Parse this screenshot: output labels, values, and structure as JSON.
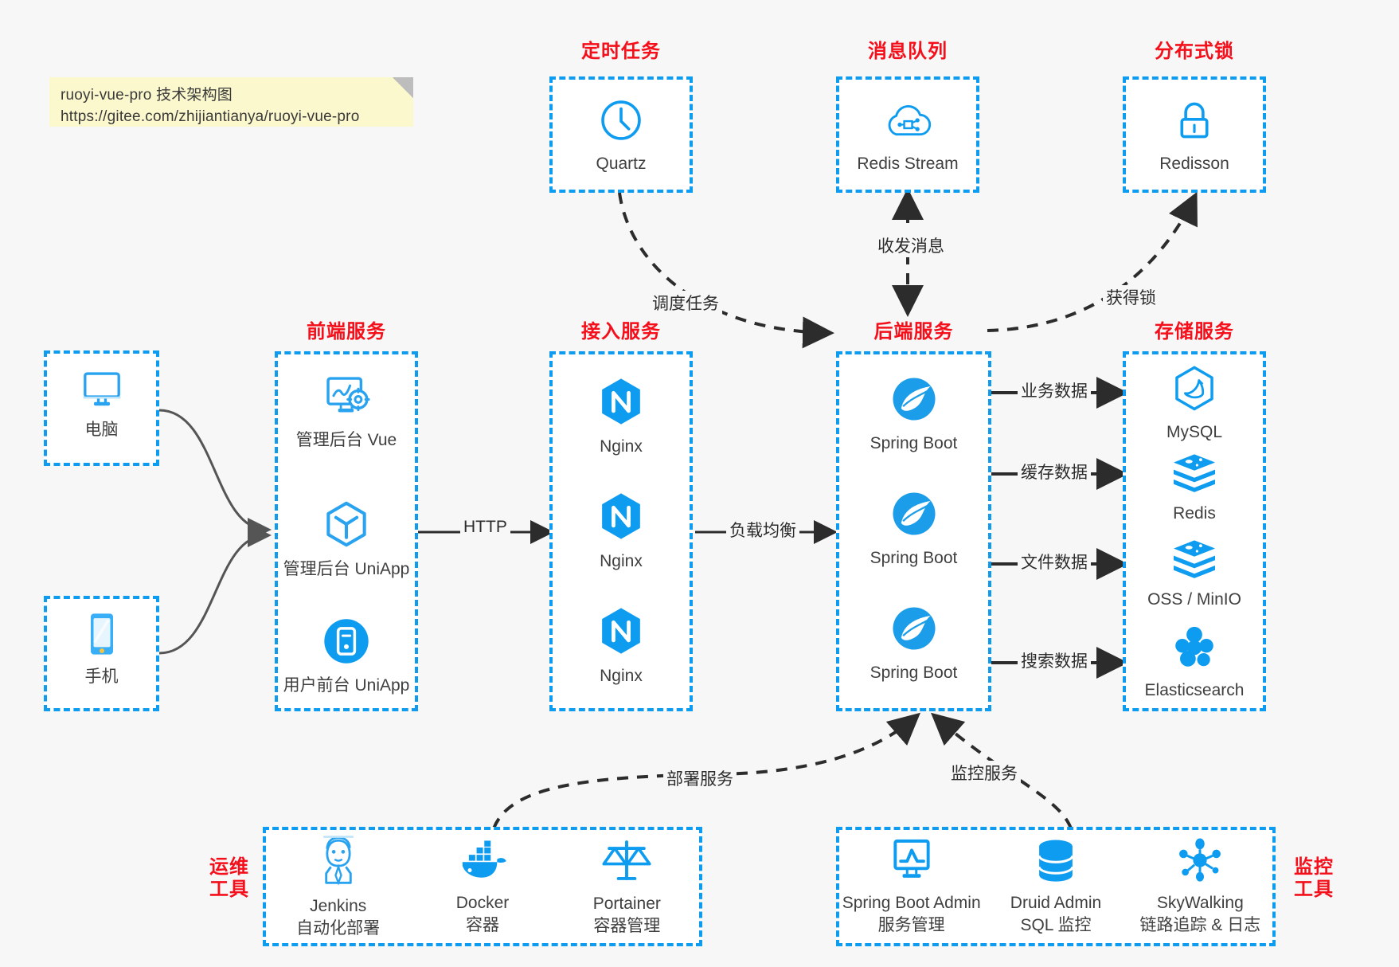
{
  "note": {
    "line1": "ruoyi-vue-pro 技术架构图",
    "line2": "https://gitee.com/zhijiantianya/ruoyi-vue-pro"
  },
  "colors": {
    "accent": "#0d9cf0",
    "heading": "#f40f1b",
    "background": "#f7f7f7",
    "note": "#fcf8cd"
  },
  "groups": {
    "scheduler": {
      "title": "定时任务",
      "nodes": [
        {
          "label": "Quartz",
          "icon": "clock-icon"
        }
      ]
    },
    "mq": {
      "title": "消息队列",
      "nodes": [
        {
          "label": "Redis Stream",
          "icon": "cloud-stream-icon"
        }
      ]
    },
    "lock": {
      "title": "分布式锁",
      "nodes": [
        {
          "label": "Redisson",
          "icon": "lock-icon"
        }
      ]
    },
    "clients": {
      "nodes": [
        {
          "label": "电脑",
          "icon": "desktop-icon"
        },
        {
          "label": "手机",
          "icon": "mobile-icon"
        }
      ]
    },
    "frontend": {
      "title": "前端服务",
      "nodes": [
        {
          "label": "管理后台 Vue",
          "icon": "dashboard-icon"
        },
        {
          "label": "管理后台 UniApp",
          "icon": "uniapp-icon"
        },
        {
          "label": "用户前台 UniApp",
          "icon": "app-icon"
        }
      ]
    },
    "gateway": {
      "title": "接入服务",
      "nodes": [
        {
          "label": "Nginx",
          "icon": "nginx-icon"
        },
        {
          "label": "Nginx",
          "icon": "nginx-icon"
        },
        {
          "label": "Nginx",
          "icon": "nginx-icon"
        }
      ]
    },
    "backend": {
      "title": "后端服务",
      "nodes": [
        {
          "label": "Spring Boot",
          "icon": "spring-icon"
        },
        {
          "label": "Spring Boot",
          "icon": "spring-icon"
        },
        {
          "label": "Spring Boot",
          "icon": "spring-icon"
        }
      ]
    },
    "storage": {
      "title": "存储服务",
      "nodes": [
        {
          "label": "MySQL",
          "icon": "mysql-icon"
        },
        {
          "label": "Redis",
          "icon": "redis-icon"
        },
        {
          "label": "OSS / MinIO",
          "icon": "oss-icon"
        },
        {
          "label": "Elasticsearch",
          "icon": "elasticsearch-icon"
        }
      ]
    },
    "devops": {
      "title_line1": "运维",
      "title_line2": "工具",
      "nodes": [
        {
          "label": "Jenkins",
          "sub": "自动化部署",
          "icon": "jenkins-icon"
        },
        {
          "label": "Docker",
          "sub": "容器",
          "icon": "docker-icon"
        },
        {
          "label": "Portainer",
          "sub": "容器管理",
          "icon": "scales-icon"
        }
      ]
    },
    "monitor": {
      "title_line1": "监控",
      "title_line2": "工具",
      "nodes": [
        {
          "label": "Spring Boot Admin",
          "sub": "服务管理",
          "icon": "monitor-chart-icon"
        },
        {
          "label": "Druid Admin",
          "sub": "SQL 监控",
          "icon": "database-icon"
        },
        {
          "label": "SkyWalking",
          "sub": "链路追踪 & 日志",
          "icon": "skywalking-icon"
        }
      ]
    }
  },
  "edges": {
    "schedule_task": "调度任务",
    "send_receive_message": "收发消息",
    "acquire_lock": "获得锁",
    "http": "HTTP",
    "load_balance": "负载均衡",
    "business_data": "业务数据",
    "cache_data": "缓存数据",
    "file_data": "文件数据",
    "search_data": "搜索数据",
    "deploy_service": "部署服务",
    "monitor_service": "监控服务"
  }
}
